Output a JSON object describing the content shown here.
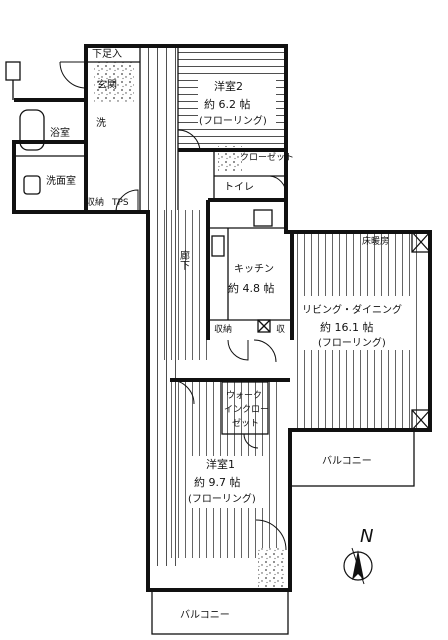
{
  "rooms": {
    "shoe_storage": "下足入",
    "entrance": "玄関",
    "laundry": "洗",
    "bath": "浴室",
    "washroom": "洗面室",
    "storage_small": "収納",
    "tps": "TPS",
    "western2": {
      "name": "洋室2",
      "size": "約 6.2 帖",
      "floor": "(フローリング)"
    },
    "closet": "クローゼット",
    "toilet": "トイレ",
    "hallway": "廊下",
    "kitchen": {
      "name": "キッチン",
      "size": "約 4.8 帖"
    },
    "storage_kitchen": "収納",
    "storage_kitchen_small": "収",
    "floor_heating": "床暖房",
    "living_dining": {
      "name": "リビング・ダイニング",
      "size": "約 16.1 帖",
      "floor": "(フローリング)"
    },
    "walk_in_closet": {
      "line1": "ウォーク",
      "line2": "インクロー",
      "line3": "ゼット"
    },
    "western1": {
      "name": "洋室1",
      "size": "約 9.7 帖",
      "floor": "(フローリング)"
    },
    "balcony_right": "バルコニー",
    "balcony_bottom": "バルコニー"
  },
  "compass": {
    "label": "N"
  }
}
